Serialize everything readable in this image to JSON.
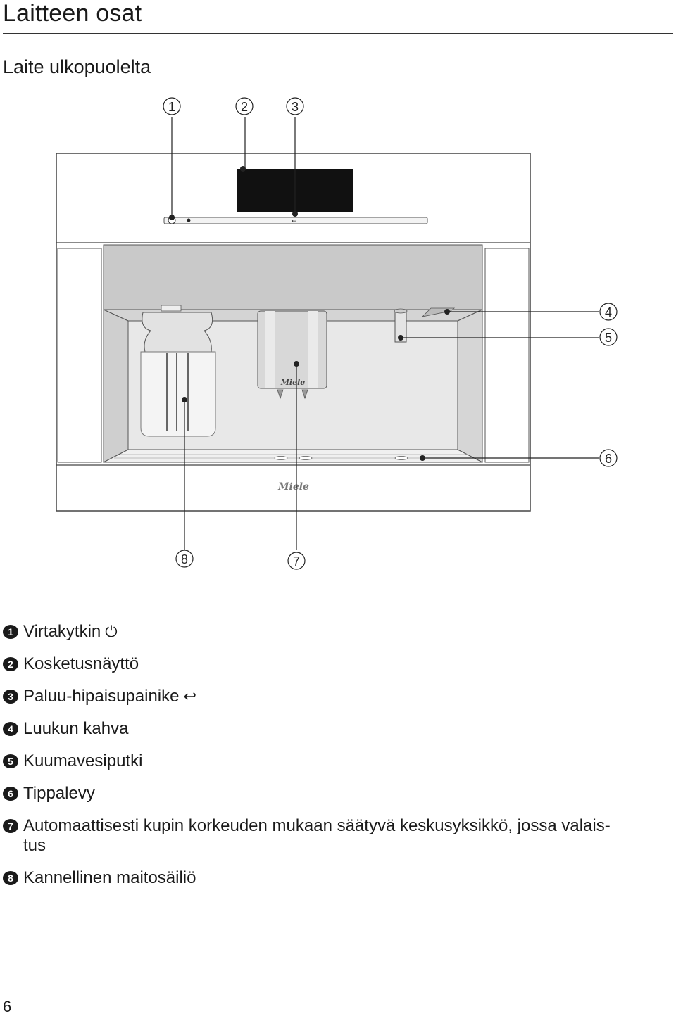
{
  "page": {
    "title": "Laitteen osat",
    "subtitle": "Laite ulkopuolelta",
    "page_number": "6"
  },
  "figure": {
    "callouts": [
      "1",
      "2",
      "3",
      "4",
      "5",
      "6",
      "7",
      "8"
    ],
    "brand_logo": "Miele"
  },
  "legend": [
    {
      "num": "1",
      "text": "Virtakytkin",
      "symbol": "⏻",
      "symbol_name": "power-icon"
    },
    {
      "num": "2",
      "text": "Kosketusnäyttö"
    },
    {
      "num": "3",
      "text": "Paluu-hipaisupainike",
      "symbol": "↩",
      "symbol_name": "back-arrow-icon"
    },
    {
      "num": "4",
      "text": "Luukun kahva"
    },
    {
      "num": "5",
      "text": "Kuumavesiputki"
    },
    {
      "num": "6",
      "text": "Tippalevy"
    },
    {
      "num": "7",
      "text": "Automaattisesti kupin korkeuden mukaan säätyvä keskusyksikkö, jossa valais-\ntus"
    },
    {
      "num": "8",
      "text": "Kannellinen maitosäiliö"
    }
  ]
}
